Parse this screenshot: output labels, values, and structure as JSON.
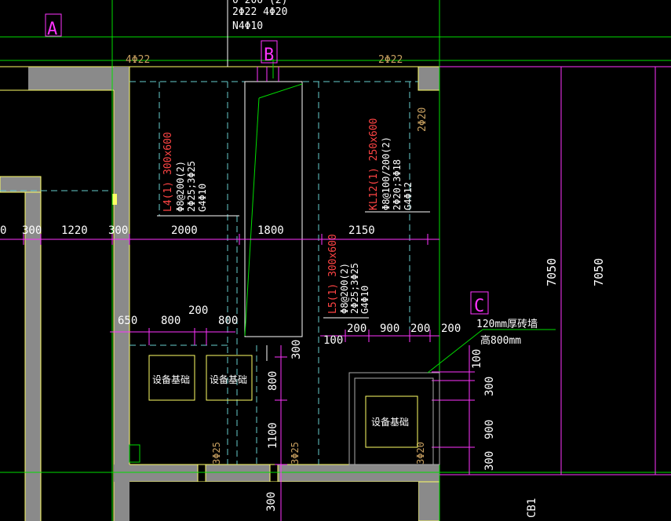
{
  "colors": {
    "background": "#000000",
    "wall_fill": "#8a8a8a",
    "wall_outline": "#ffff66",
    "dimension": "#ff33ff",
    "axis": "#00dd00",
    "beam_dashed": "#66cccc",
    "text_white": "#ffffff",
    "text_red": "#ff4444",
    "text_tan": "#c8a060",
    "bubble": "#ff33ff"
  },
  "header_notes": {
    "line1": "2Φ22 4Φ20",
    "line2": "N4Φ10",
    "partial_top": "0 200 (2)"
  },
  "axis_bubbles": [
    "A",
    "B",
    "C"
  ],
  "rebar_labels": {
    "top_left": "4Φ22",
    "top_right": "2Φ22",
    "right_side": "2Φ20",
    "col_a": "3Φ25",
    "col_b": "3Φ25",
    "col_c": "3Φ20"
  },
  "beams": {
    "l4": {
      "title": "L4(1) 300x600",
      "l1": "Φ8@200(2)",
      "l2": "2Φ25;3Φ25",
      "l3": "G4Φ10"
    },
    "kl12": {
      "title": "KL12(1) 250x600",
      "l1": "Φ8@100/200(2)",
      "l2": "2Φ20;3Φ18",
      "l3": "G4Φ12"
    },
    "l5": {
      "title": "L5(1) 300x600",
      "l1": "Φ8@200(2)",
      "l2": "2Φ25;3Φ25",
      "l3": "G4Φ10"
    }
  },
  "dims_row1": [
    "0",
    "300",
    "1220",
    "300",
    "2000",
    "1800",
    "2150"
  ],
  "dims_row2": [
    "650",
    "800",
    "200",
    "800"
  ],
  "dims_row3": [
    "100",
    "200",
    "900",
    "200",
    "200"
  ],
  "dims_vertical_right": [
    "100",
    "300",
    "900",
    "300"
  ],
  "dims_vertical_mid": [
    "800",
    "1100",
    "300"
  ],
  "dims_overall": [
    "7050",
    "7050"
  ],
  "equipment_label": "设备基础",
  "wall_note": {
    "line1": "120mm厚砖墙",
    "line2": "高800mm"
  },
  "bottom_label": "CB1"
}
